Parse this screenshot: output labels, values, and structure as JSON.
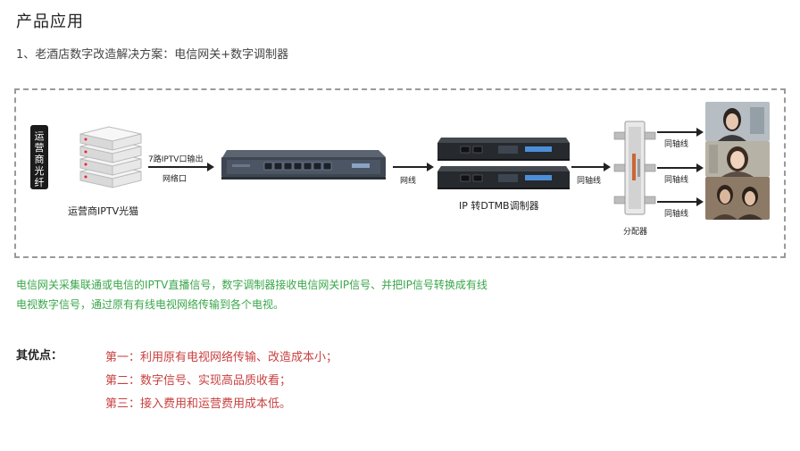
{
  "header": {
    "title": "产品应用",
    "subtitle": "1、老酒店数字改造解决方案：电信网关+数字调制器"
  },
  "diagram": {
    "side_badge": "运\n营\n商\n光\n纤",
    "onu_label": "运营商IPTV光猫",
    "link1_top": "7路IPTV口输出",
    "link1_bottom": "网络口",
    "link2_label": "网线",
    "modulator_label": "IP 转DTMB调制器",
    "link3_label": "同轴线",
    "splitter_label": "分配器",
    "out_labels": [
      "同轴线",
      "同轴线",
      "同轴线"
    ]
  },
  "description": {
    "line1": "电信网关采集联通或电信的IPTV直播信号，数字调制器接收电信网关IP信号、并把IP信号转换成有线",
    "line2": "电视数字信号，通过原有有线电视网络传输到各个电视。"
  },
  "features": {
    "label": "其优点：",
    "items": [
      "第一：利用原有电视网络传输、改造成本小；",
      "第二：数字信号、实现高品质收看；",
      "第三：接入费用和运营费用成本低。"
    ]
  }
}
